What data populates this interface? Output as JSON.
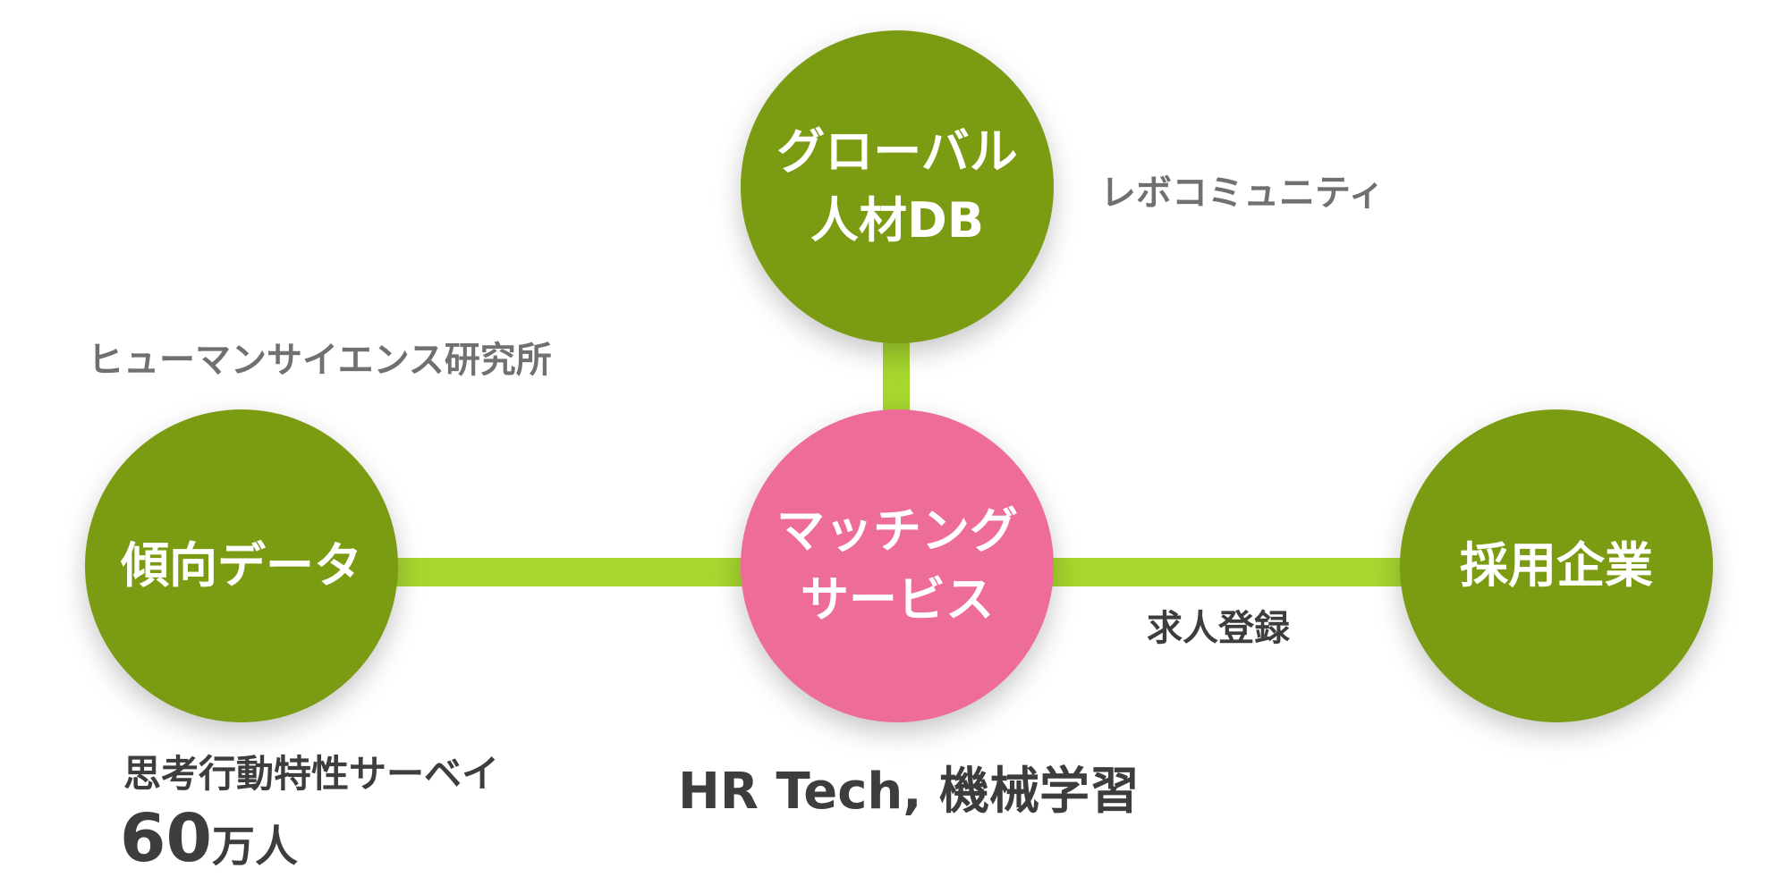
{
  "nodes": {
    "center": {
      "line1": "マッチング",
      "line2": "サービス"
    },
    "top": {
      "line1": "グローバル",
      "line2": "人材DB"
    },
    "left": {
      "label": "傾向データ"
    },
    "right": {
      "label": "採用企業"
    }
  },
  "annotations": {
    "top_right": "レボコミュニティ",
    "left_top": "ヒューマンサイエンス研究所",
    "right_connector": "求人登録",
    "left_bottom_line1": "思考行動特性サーベイ",
    "left_bottom_count": "60",
    "left_bottom_unit": "万人",
    "center_bottom": "HR Tech, 機械学習"
  },
  "colors": {
    "node_green": "#7a9b12",
    "node_pink": "#ee6c9a",
    "connector": "#a6d62f",
    "text_gray": "#707070",
    "text_dark": "#3d3d3d"
  }
}
